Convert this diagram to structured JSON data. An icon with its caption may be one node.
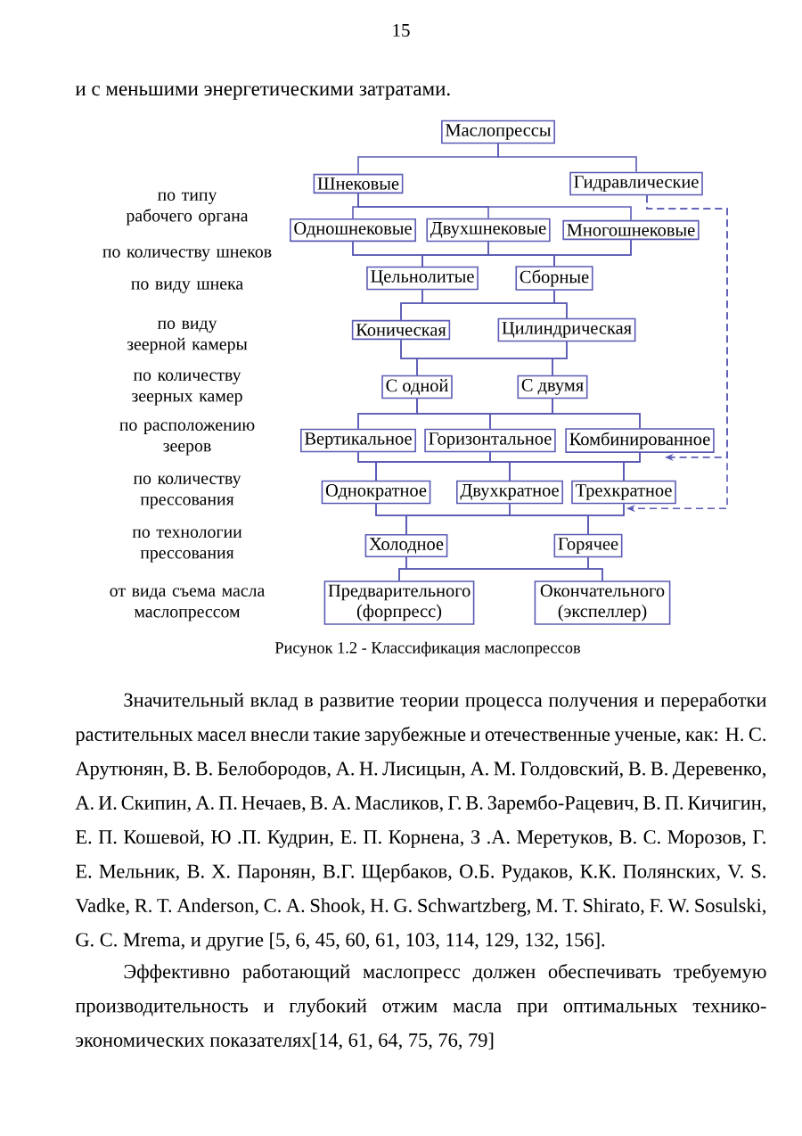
{
  "diagram": {
    "caption": "Рисунок 1.2 - Классификация маслопрессов",
    "nodes": [
      {
        "text": [
          "Маслопрессы"
        ]
      },
      {
        "text": [
          "Шнековые"
        ]
      },
      {
        "text": [
          "Гидравлические"
        ]
      },
      {
        "text": [
          "Одношнековые"
        ]
      },
      {
        "text": [
          "Двухшнековые"
        ]
      },
      {
        "text": [
          "Многошнековые"
        ]
      },
      {
        "text": [
          "Цельнолитые"
        ]
      },
      {
        "text": [
          "Сборные"
        ]
      },
      {
        "text": [
          "Коническая"
        ]
      },
      {
        "text": [
          "Цилиндрическая"
        ]
      },
      {
        "text": [
          "С одной"
        ]
      },
      {
        "text": [
          "С двумя"
        ]
      },
      {
        "text": [
          "Вертикальное"
        ]
      },
      {
        "text": [
          "Горизонтальное"
        ]
      },
      {
        "text": [
          "Комбинированное"
        ]
      },
      {
        "text": [
          "Однократное"
        ]
      },
      {
        "text": [
          "Двухкратное"
        ]
      },
      {
        "text": [
          "Трехкратное"
        ]
      },
      {
        "text": [
          "Холодное"
        ]
      },
      {
        "text": [
          "Горячее"
        ]
      },
      {
        "text": [
          "Предварительного (форпресс)"
        ]
      },
      {
        "text": [
          "Окончательного (экспеллер)"
        ]
      }
    ],
    "edges": [
      {
        "from": 0,
        "to": 1,
        "arrow": "none"
      },
      {
        "from": 0,
        "to": 2,
        "arrow": "none"
      },
      {
        "from": 1,
        "to": 3,
        "arrow": "none"
      },
      {
        "from": 1,
        "to": 4,
        "arrow": "none"
      },
      {
        "from": 1,
        "to": 5,
        "arrow": "none"
      },
      {
        "from": 3,
        "to": 6,
        "arrow": "none"
      },
      {
        "from": 3,
        "to": 7,
        "arrow": "none"
      },
      {
        "from": 4,
        "to": 6,
        "arrow": "none"
      },
      {
        "from": 4,
        "to": 7,
        "arrow": "none"
      },
      {
        "from": 5,
        "to": 6,
        "arrow": "none"
      },
      {
        "from": 5,
        "to": 7,
        "arrow": "none"
      },
      {
        "from": 6,
        "to": 8,
        "arrow": "none"
      },
      {
        "from": 6,
        "to": 9,
        "arrow": "none"
      },
      {
        "from": 7,
        "to": 8,
        "arrow": "none"
      },
      {
        "from": 7,
        "to": 9,
        "arrow": "none"
      },
      {
        "from": 8,
        "to": 10,
        "arrow": "none"
      },
      {
        "from": 8,
        "to": 11,
        "arrow": "none"
      },
      {
        "from": 9,
        "to": 10,
        "arrow": "none"
      },
      {
        "from": 9,
        "to": 11,
        "arrow": "none"
      },
      {
        "from": 10,
        "to": 12,
        "arrow": "none"
      },
      {
        "from": 10,
        "to": 13,
        "arrow": "none"
      },
      {
        "from": 10,
        "to": 14,
        "arrow": "none"
      },
      {
        "from": 11,
        "to": 12,
        "arrow": "none"
      },
      {
        "from": 11,
        "to": 13,
        "arrow": "none"
      },
      {
        "from": 11,
        "to": 14,
        "arrow": "none"
      },
      {
        "from": 12,
        "to": 15,
        "arrow": "none"
      },
      {
        "from": 12,
        "to": 16,
        "arrow": "none"
      },
      {
        "from": 12,
        "to": 17,
        "arrow": "none"
      },
      {
        "from": 13,
        "to": 15,
        "arrow": "none"
      },
      {
        "from": 13,
        "to": 16,
        "arrow": "none"
      },
      {
        "from": 13,
        "to": 17,
        "arrow": "none"
      },
      {
        "from": 14,
        "to": 15,
        "arrow": "none"
      },
      {
        "from": 14,
        "to": 16,
        "arrow": "none"
      },
      {
        "from": 14,
        "to": 17,
        "arrow": "none"
      },
      {
        "from": 15,
        "to": 18,
        "arrow": "none"
      },
      {
        "from": 15,
        "to": 19,
        "arrow": "none"
      },
      {
        "from": 16,
        "to": 18,
        "arrow": "none"
      },
      {
        "from": 16,
        "to": 19,
        "arrow": "none"
      },
      {
        "from": 17,
        "to": 18,
        "arrow": "none"
      },
      {
        "from": 17,
        "to": 19,
        "arrow": "none"
      },
      {
        "from": 18,
        "to": 20,
        "arrow": "none"
      },
      {
        "from": 18,
        "to": 21,
        "arrow": "none"
      },
      {
        "from": 19,
        "to": 20,
        "arrow": "none"
      },
      {
        "from": 19,
        "to": 21,
        "arrow": "none"
      },
      {
        "from": 2,
        "to": 14,
        "arrow": "to",
        "style": "dashed"
      },
      {
        "from": 2,
        "to": 17,
        "arrow": "to",
        "style": "dashed"
      }
    ],
    "labels": [
      "15",
      "и с меньшими энергетическими затратами.",
      "по типу рабочего органа",
      "по количеству шнеков",
      "по виду шнека",
      "по виду зеерной камеры",
      "по количеству зеерных камер",
      "по расположению зееров",
      "по количеству прессования",
      "по технологии прессования",
      "от вида съема масла маслопрессом",
      "Значительный вклад в развитие теории процесса получения и переработки растительных масел внесли такие зарубежные и отечественные ученые, как: Н. С. Арутюнян, В. В. Белобородов, А. Н. Лисицын, А. М. Голдовский, В. В. Деревенко, А. И. Скипин, А. П. Нечаев, В. А. Масликов, Г. В. Зарембо-Рацевич, В. П. Кичигин, Е. П. Кошевой, Ю .П. Кудрин, Е. П. Корнена, З .А. Меретуков, В. С. Морозов, Г. Е. Мельник, В. Х. Паронян, В.Г. Щербаков, О.Б. Рудаков, К.К. Полянских, V. S. Vadke, R. T. Anderson, C. A. Shook, H. G. Schwartzberg, M. T. Shirato, F. W. Sosulski, G. C. Mrema, и другие [5, 6, 45, 60, 61, 103, 114, 129, 132, 156].",
      "Эффективно работающий маслопресс должен обеспечивать требуемую производительность и глубокий отжим масла при оптимальных технико-экономических показателях[14, 61, 64, 75, 76, 79]"
    ]
  }
}
